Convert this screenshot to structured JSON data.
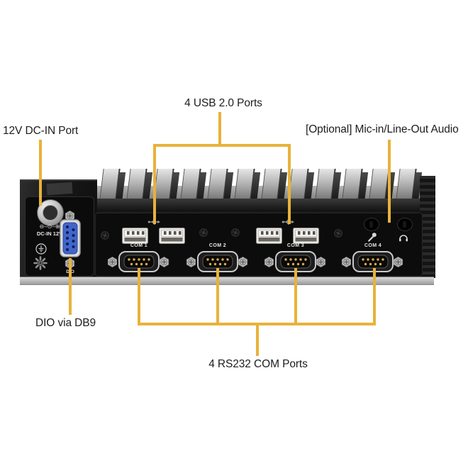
{
  "colors": {
    "callout": "#E8B23A",
    "label-text": "#1D1D1D",
    "chassis": "#191919",
    "panel": "#0C0C0C",
    "bottom-strip": "#C6C6C6",
    "usb-shell": "#E9E7E3",
    "db9-metal": "#C8C8C8",
    "pin-gold": "#D6A84C",
    "dio-blue": "#4166CB",
    "port-text": "#E6E6E6"
  },
  "annotations": {
    "dc_in": {
      "label": "12V DC-IN Port"
    },
    "usb": {
      "label": "4 USB 2.0 Ports"
    },
    "audio": {
      "label": "[Optional] Mic-in/Line-Out Audio"
    },
    "dio": {
      "label": "DIO via DB9"
    },
    "rs232": {
      "label": "4 RS232 COM Ports"
    }
  },
  "device": {
    "dc_port": {
      "polarity": "⊖–⊙–⊕",
      "label": "DC-IN 12V"
    },
    "dio_port": {
      "label": "DIO"
    },
    "com_ports": [
      {
        "label": "COM 1"
      },
      {
        "label": "COM 2"
      },
      {
        "label": "COM 3"
      },
      {
        "label": "COM 4"
      }
    ],
    "usb_port_count": 4,
    "audio_jacks": [
      "mic-in",
      "line-out"
    ],
    "icons": {
      "usb_symbol": "usb-trident",
      "mic": "microphone",
      "headphone": "headphones",
      "ground": "earth-ground",
      "thumbscrew": "knurled-thumbscrew",
      "polarity": "center-positive-dc"
    }
  }
}
